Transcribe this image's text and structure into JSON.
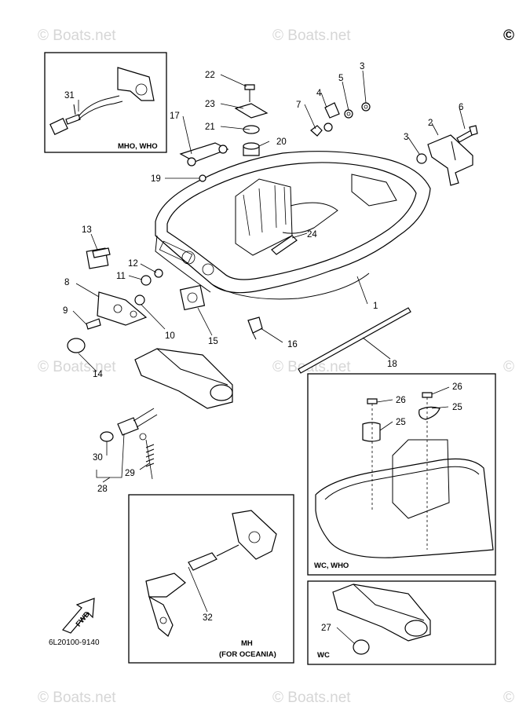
{
  "watermarks": {
    "brand": "© Boats.net",
    "corner": "©"
  },
  "diagram_code": "6L20100-9140",
  "fwd_arrow_label": "FWD",
  "inset_labels": {
    "top_left": "MHO, WHO",
    "right_middle": "WC, WHO",
    "bottom_middle_line1": "MH",
    "bottom_middle_line2": "(FOR OCEANIA)",
    "bottom_right": "WC"
  },
  "callouts": {
    "c1": "1",
    "c2": "2",
    "c3a": "3",
    "c3b": "3",
    "c4": "4",
    "c5": "5",
    "c6": "6",
    "c7": "7",
    "c8": "8",
    "c9": "9",
    "c10": "10",
    "c11": "11",
    "c12": "12",
    "c13": "13",
    "c14": "14",
    "c15": "15",
    "c16": "16",
    "c17": "17",
    "c18": "18",
    "c19": "19",
    "c20": "20",
    "c21": "21",
    "c22": "22",
    "c23": "23",
    "c24": "24",
    "c25a": "25",
    "c25b": "25",
    "c26a": "26",
    "c26b": "26",
    "c27": "27",
    "c28": "28",
    "c29": "29",
    "c30": "30",
    "c31": "31",
    "c32": "32"
  }
}
